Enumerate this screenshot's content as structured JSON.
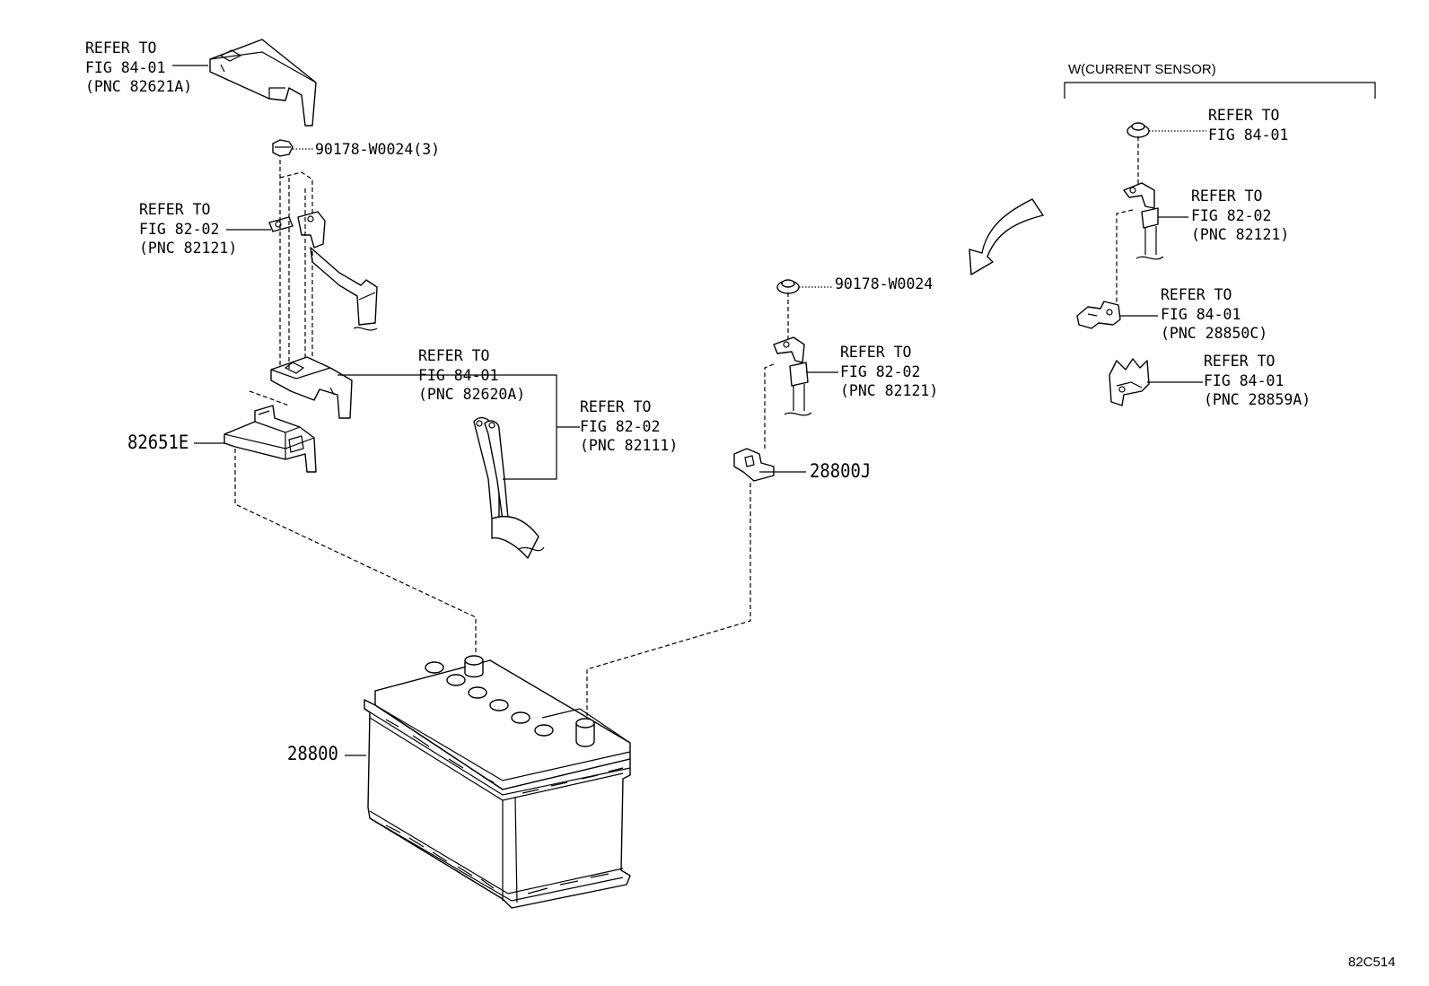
{
  "variant_header": "W(CURRENT SENSOR)",
  "figure_code": "82C514",
  "callouts": {
    "cover_top": {
      "line1": "REFER TO",
      "line2": "FIG 84-01",
      "line3": "(PNC 82621A)"
    },
    "nut_left": {
      "text": "90178-W0024(3)"
    },
    "cable_left": {
      "line1": "REFER TO",
      "line2": "FIG 82-02",
      "line3": "(PNC 82121)"
    },
    "clamp_cover": {
      "line1": "REFER TO",
      "line2": "FIG 84-01",
      "line3": "(PNC 82620A)"
    },
    "battery_cable": {
      "line1": "REFER TO",
      "line2": "FIG 82-02",
      "line3": "(PNC 82111)"
    },
    "fuse_block": {
      "text": "82651E"
    },
    "battery": {
      "text": "28800"
    },
    "nut_mid": {
      "text": "90178-W0024"
    },
    "cable_mid": {
      "line1": "REFER TO",
      "line2": "FIG 82-02",
      "line3": "(PNC 82121)"
    },
    "terminal_mid": {
      "text": "28800J"
    },
    "bolt_sensor": {
      "line1": "REFER TO",
      "line2": "FIG 84-01"
    },
    "cable_sensor": {
      "line1": "REFER TO",
      "line2": "FIG 82-02",
      "line3": "(PNC 82121)"
    },
    "terminal_sensor": {
      "line1": "REFER TO",
      "line2": "FIG 84-01",
      "line3": "(PNC 28850C)"
    },
    "sensor": {
      "line1": "REFER TO",
      "line2": "FIG 84-01",
      "line3": "(PNC 28859A)"
    }
  }
}
